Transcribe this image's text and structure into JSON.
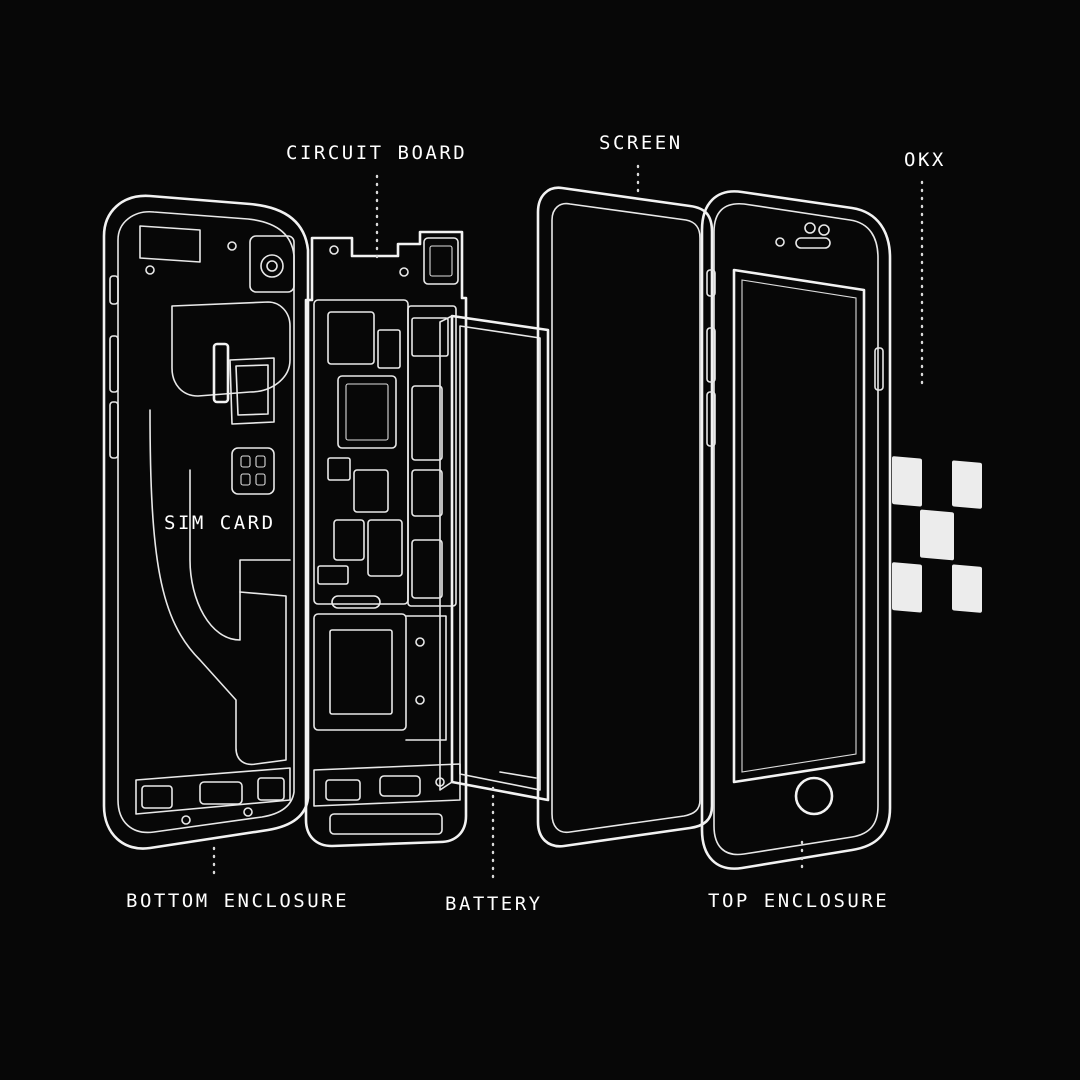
{
  "labels": {
    "circuit_board": "CIRCUIT BOARD",
    "screen": "SCREEN",
    "okx": "OKX",
    "sim_card": "SIM CARD",
    "bottom_enclosure": "BOTTOM ENCLOSURE",
    "battery": "BATTERY",
    "top_enclosure": "TOP ENCLOSURE"
  },
  "colors": {
    "background": "#070707",
    "line": "#f2f2f2"
  },
  "icons": [
    "okx-logo-icon",
    "home-button-icon"
  ]
}
